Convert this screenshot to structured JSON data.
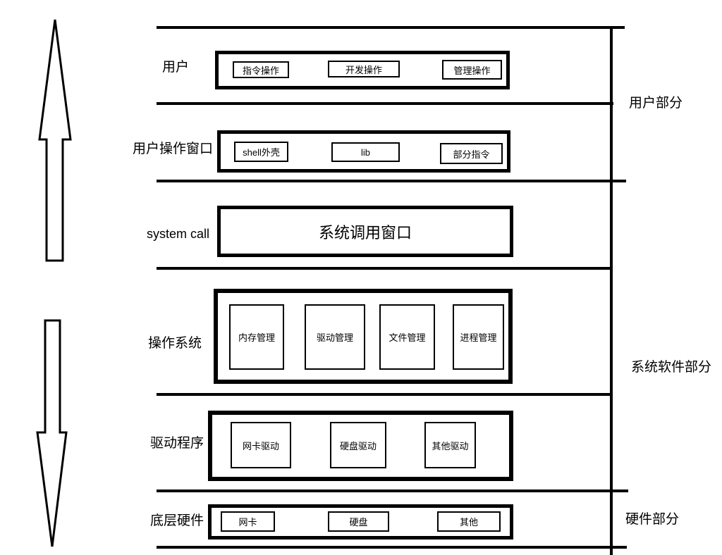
{
  "diagram": {
    "title_implicit": "Linux/OS layered architecture diagram",
    "colors": {
      "line": "#000000",
      "background": "#ffffff"
    },
    "arrows": [
      {
        "name": "up-arrow",
        "direction": "up"
      },
      {
        "name": "down-arrow",
        "direction": "down"
      }
    ],
    "layers": [
      {
        "label": "用户",
        "boxes": [
          "指令操作",
          "开发操作",
          "管理操作"
        ]
      },
      {
        "label": "用户操作窗口",
        "boxes": [
          "shell外壳",
          "lib",
          "部分指令"
        ]
      },
      {
        "label": "system call",
        "boxes": [
          "系统调用窗口"
        ]
      },
      {
        "label": "操作系统",
        "boxes": [
          "内存管理",
          "驱动管理",
          "文件管理",
          "进程管理"
        ]
      },
      {
        "label": "驱动程序",
        "boxes": [
          "网卡驱动",
          "硬盘驱动",
          "其他驱动"
        ]
      },
      {
        "label": "底层硬件",
        "boxes": [
          "网卡",
          "硬盘",
          "其他"
        ]
      }
    ],
    "sections": [
      {
        "label": "用户部分"
      },
      {
        "label": "系统软件部分"
      },
      {
        "label": "硬件部分"
      }
    ]
  }
}
